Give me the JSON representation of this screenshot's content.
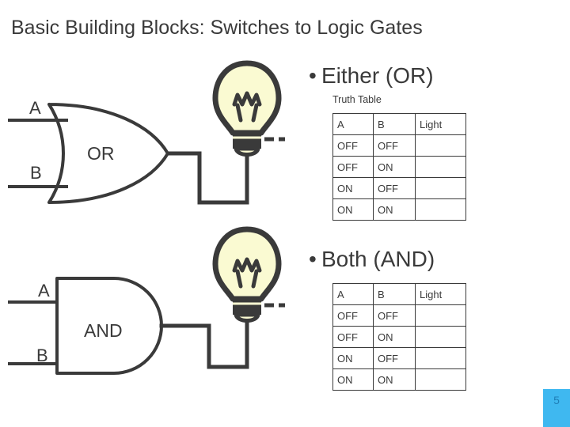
{
  "slide": {
    "title": "Basic Building Blocks: Switches to Logic Gates",
    "page_number": "5",
    "background_color": "#ffffff",
    "ink_color": "#3a3a3a",
    "bulb_glass_color": "#fafad2",
    "page_block_color": "#3fb8f0",
    "page_number_color": "#1f7fb8"
  },
  "or_section": {
    "bullet_marker": "•",
    "bullet_text": "Either (OR)",
    "caption": "Truth Table",
    "gate_label": "OR",
    "input_a_label": "A",
    "input_b_label": "B",
    "table": {
      "headers": [
        "A",
        "B",
        "Light"
      ],
      "rows": [
        [
          "OFF",
          "OFF",
          ""
        ],
        [
          "OFF",
          "ON",
          ""
        ],
        [
          "ON",
          "OFF",
          ""
        ],
        [
          "ON",
          "ON",
          ""
        ]
      ]
    }
  },
  "and_section": {
    "bullet_marker": "•",
    "bullet_text": "Both (AND)",
    "gate_label": "AND",
    "input_a_label": "A",
    "input_b_label": "B",
    "table": {
      "headers": [
        "A",
        "B",
        "Light"
      ],
      "rows": [
        [
          "OFF",
          "OFF",
          ""
        ],
        [
          "OFF",
          "ON",
          ""
        ],
        [
          "ON",
          "OFF",
          ""
        ],
        [
          "ON",
          "ON",
          ""
        ]
      ]
    }
  },
  "icons": {
    "or_gate": "or-gate-icon",
    "and_gate": "and-gate-icon",
    "lamp_top": "light-bulb-icon",
    "lamp_bottom": "light-bulb-icon",
    "wire_or": "wire-icon",
    "wire_and": "wire-icon"
  }
}
